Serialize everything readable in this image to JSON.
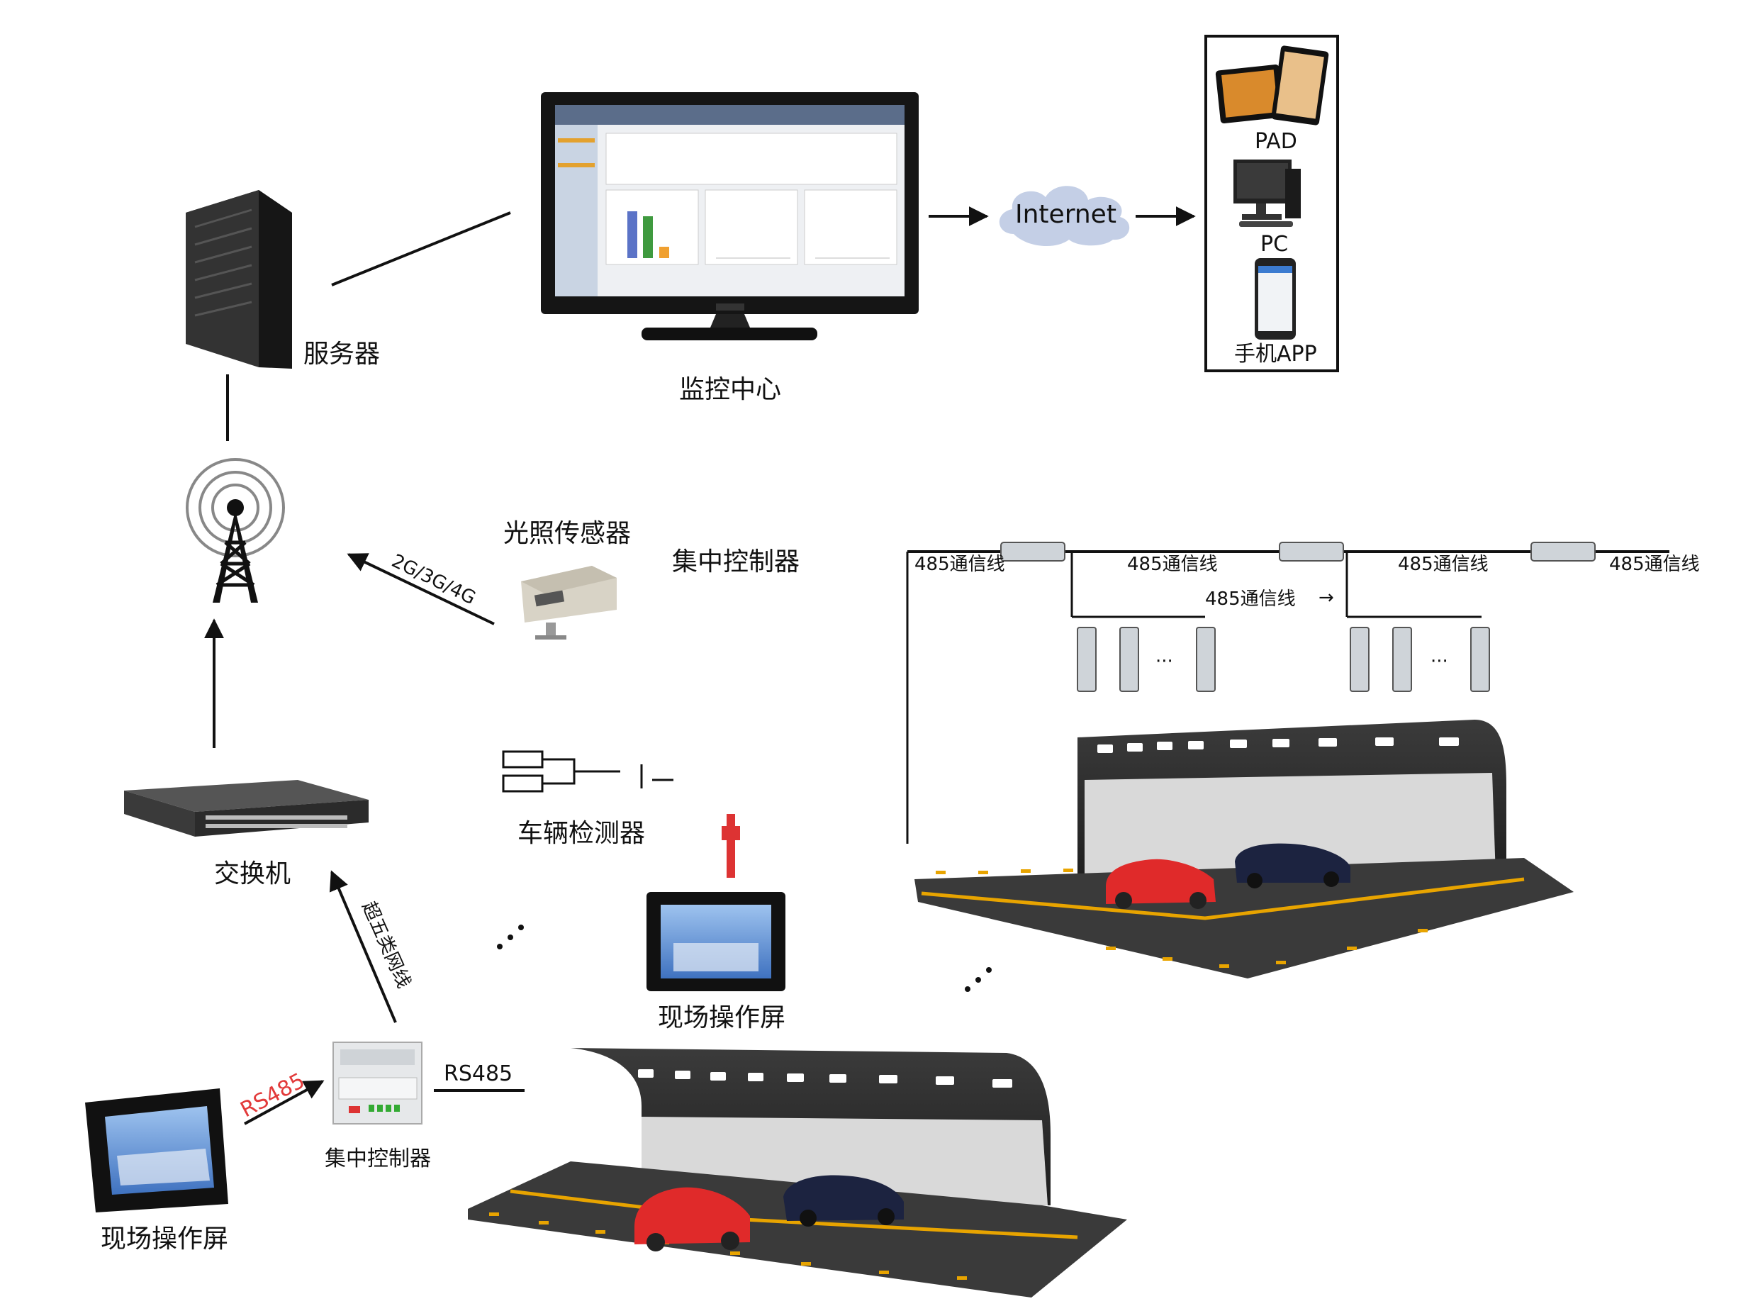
{
  "labels": {
    "server": "服务器",
    "monitor_center": "监控中心",
    "internet": "Internet",
    "pad": "PAD",
    "pc": "PC",
    "mobile_app": "手机APP",
    "light_sensor": "光照传感器",
    "central_controller_top": "集中控制器",
    "wireless": "2G/3G/4G",
    "vehicle_detector": "车辆检测器",
    "switch": "交换机",
    "ethernet_cable": "超五类网线",
    "field_screen_mid": "现场操作屏",
    "field_screen_bottom": "现场操作屏",
    "central_controller_bottom": "集中控制器",
    "rs485_red": "RS485",
    "rs485": "RS485",
    "comm_line_1": "485通信线",
    "comm_line_2": "485通信线",
    "comm_line_3": "485通信线",
    "comm_line_4": "485通信线",
    "comm_line_5": "485通信线",
    "ellipsis": "···"
  },
  "colors": {
    "cloud": "#c4cfe6",
    "red_text": "#e23a3a",
    "road": "#3a3a3a",
    "lane_yellow": "#e8a400",
    "tunnel_wall": "#d9d9d9",
    "screen_blue": "#5f8fd6"
  },
  "icons": [
    "server-icon",
    "monitor-icon",
    "cloud-icon",
    "tablet-icon",
    "pc-icon",
    "phone-icon",
    "tower-icon",
    "switch-icon",
    "sensor-icon",
    "detector-icon",
    "touch-screen-icon",
    "controller-icon",
    "tunnel-icon",
    "car-icon",
    "driver-module-icon"
  ]
}
